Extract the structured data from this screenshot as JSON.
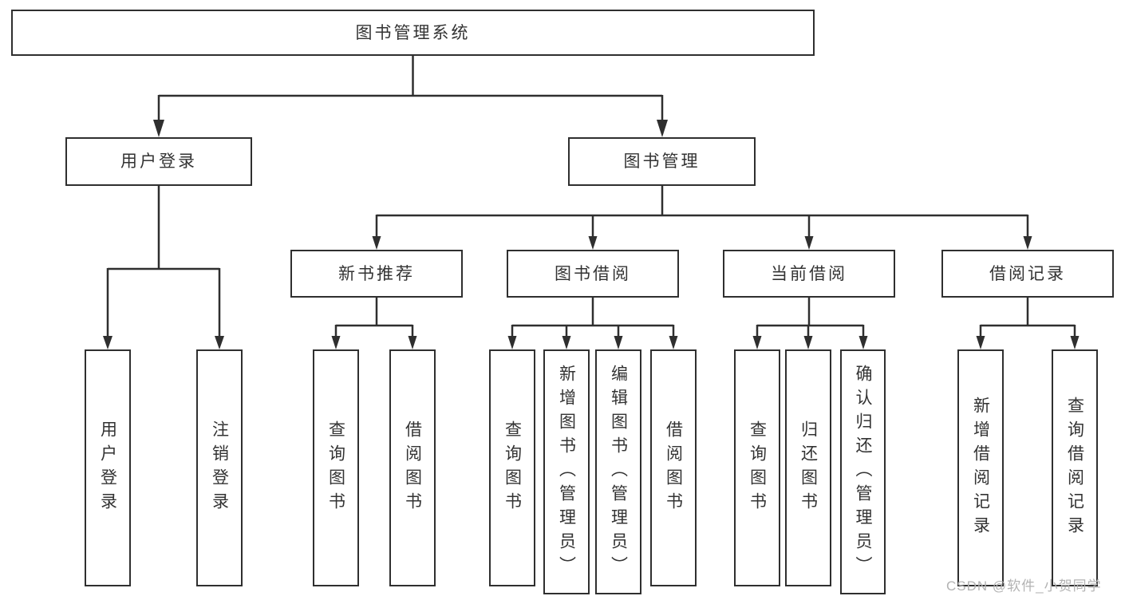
{
  "tree": {
    "root": "图书管理系统",
    "user_login": {
      "label": "用户登录",
      "children": {
        "login": "用户登录",
        "logout": "注销登录"
      }
    },
    "book_mgmt": {
      "label": "图书管理",
      "new_book_rec": {
        "label": "新书推荐",
        "children": {
          "query": "查询图书",
          "borrow": "借阅图书"
        }
      },
      "book_borrow": {
        "label": "图书借阅",
        "children": {
          "query": "查询图书",
          "add": "新增图书（管理员）",
          "edit": "编辑图书（管理员）",
          "borrow": "借阅图书"
        }
      },
      "current_borrow": {
        "label": "当前借阅",
        "children": {
          "query": "查询图书",
          "return": "归还图书",
          "confirm": "确认归还（管理员）"
        }
      },
      "borrow_records": {
        "label": "借阅记录",
        "children": {
          "add": "新增借阅记录",
          "query": "查询借阅记录"
        }
      }
    }
  },
  "watermark": "CSDN @软件_小贺同学",
  "colors": {
    "line": "#2f2f2f",
    "box_border": "#2f2f2f",
    "box_fill": "#ffffff",
    "text": "#333333",
    "watermark": "#b3b3b3"
  }
}
